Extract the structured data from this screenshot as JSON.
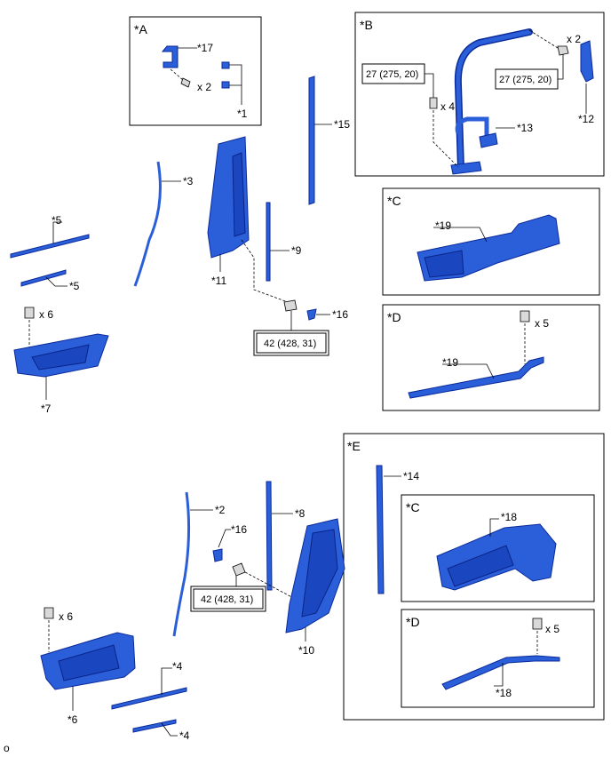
{
  "boxes": {
    "a": "*A",
    "b": "*B",
    "c_top": "*C",
    "d_top": "*D",
    "e": "*E",
    "c_bottom": "*C",
    "d_bottom": "*D"
  },
  "labels": {
    "p17": "*17",
    "p1": "*1",
    "p15": "*15",
    "p3": "*3",
    "p5a": "*5",
    "p5b": "*5",
    "p11": "*11",
    "p9": "*9",
    "p16_top": "*16",
    "p7": "*7",
    "p12": "*12",
    "p13": "*13",
    "p19_c": "*19",
    "p19_d": "*19",
    "p2": "*2",
    "p8": "*8",
    "p16_bottom": "*16",
    "p10": "*10",
    "p6": "*6",
    "p4a": "*4",
    "p4b": "*4",
    "p14": "*14",
    "p18_c": "*18",
    "p18_d": "*18"
  },
  "quantities": {
    "a_x2": "x 2",
    "b_x2": "x 2",
    "b_x4": "x 4",
    "left_top_x6": "x 6",
    "d_top_x5": "x 5",
    "left_bottom_x6": "x 6",
    "d_bottom_x5": "x 5"
  },
  "torques": {
    "b_left": "27 (275, 20)",
    "b_right": "27 (275, 20)",
    "top_center": "42 (428, 31)",
    "bottom_center": "42 (428, 31)"
  },
  "corner_mark": "o",
  "colors": {
    "part": "#2b5fd9",
    "outline": "#0b2a9a"
  }
}
